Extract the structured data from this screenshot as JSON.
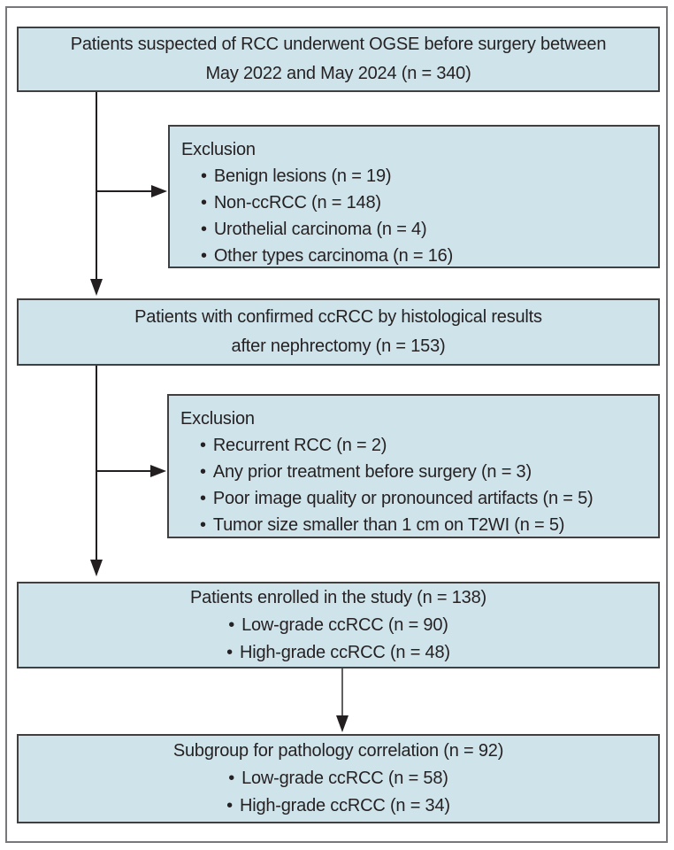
{
  "glyphs": {
    "bullet": "•"
  },
  "colors": {
    "box_fill": "#cee4ea",
    "box_border": "#3f4042",
    "frame_border": "#77787b",
    "arrow": "#231f20",
    "text": "#262123"
  },
  "flow": {
    "box1": {
      "lines": [
        "Patients suspected of RCC underwent OGSE before surgery between",
        "May 2022 and May 2024 (n = 340)"
      ]
    },
    "exclusion1": {
      "title": "Exclusion",
      "items": [
        "Benign lesions (n = 19)",
        "Non-ccRCC (n = 148)",
        "Urothelial carcinoma (n = 4)",
        "Other types carcinoma (n = 16)"
      ]
    },
    "box2": {
      "lines": [
        "Patients with confirmed ccRCC by histological results",
        "after nephrectomy (n = 153)"
      ]
    },
    "exclusion2": {
      "title": "Exclusion",
      "items": [
        "Recurrent RCC (n = 2)",
        "Any prior treatment before surgery (n = 3)",
        "Poor image quality or pronounced artifacts (n = 5)",
        "Tumor size smaller than 1 cm on T2WI (n = 5)"
      ]
    },
    "box3": {
      "heading": "Patients enrolled in the study (n = 138)",
      "items": [
        "Low-grade ccRCC (n = 90)",
        "High-grade ccRCC (n = 48)"
      ]
    },
    "box4": {
      "heading": "Subgroup for pathology correlation (n = 92)",
      "items": [
        "Low-grade ccRCC (n = 58)",
        "High-grade ccRCC (n = 34)"
      ]
    }
  }
}
